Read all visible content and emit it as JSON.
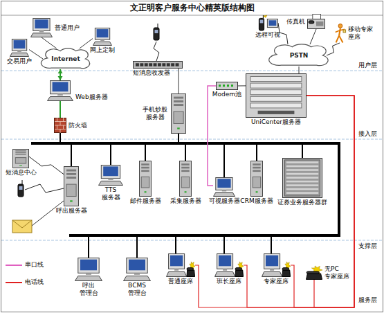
{
  "diagram": {
    "title": "文正明客户服务中心精英版结构图",
    "nodes": [
      {
        "text": [
          "普通用户"
        ]
      },
      {
        "text": [
          "交易用户"
        ]
      },
      {
        "text": [
          "网上定制"
        ]
      },
      {
        "text": [
          "Internet"
        ]
      },
      {
        "text": [
          "Web服务器"
        ]
      },
      {
        "text": [
          "防火墙"
        ]
      },
      {
        "text": [
          "短消息收发器"
        ]
      },
      {
        "text": [
          "手机炒股 服务器"
        ]
      },
      {
        "text": [
          "远程可视"
        ]
      },
      {
        "text": [
          "传真机"
        ]
      },
      {
        "text": [
          "移动专家 座席"
        ]
      },
      {
        "text": [
          "PSTN"
        ]
      },
      {
        "text": [
          "Modem池"
        ]
      },
      {
        "text": [
          "UniCenter服务器"
        ]
      },
      {
        "text": [
          "短消息中心"
        ]
      },
      {
        "text": [
          "呼出服务器"
        ]
      },
      {
        "text": [
          "TTS 服务器"
        ]
      },
      {
        "text": [
          "邮件服务器"
        ]
      },
      {
        "text": [
          "采集服务器"
        ]
      },
      {
        "text": [
          "可视服务器"
        ]
      },
      {
        "text": [
          "CRM服务器"
        ]
      },
      {
        "text": [
          "证券业务服务器群"
        ]
      },
      {
        "text": [
          "呼出 管理台"
        ]
      },
      {
        "text": [
          "BCMS 管理台"
        ]
      },
      {
        "text": [
          "普通座席"
        ]
      },
      {
        "text": [
          "班长座席"
        ]
      },
      {
        "text": [
          "专家座席"
        ]
      },
      {
        "text": [
          "无PC 专家座席"
        ]
      }
    ],
    "edges": [
      {
        "from": 0,
        "to": 3,
        "arrow": "none"
      },
      {
        "from": 1,
        "to": 3,
        "arrow": "none"
      },
      {
        "from": 2,
        "to": 3,
        "arrow": "none"
      },
      {
        "from": 3,
        "to": 4,
        "arrow": "both"
      },
      {
        "from": 4,
        "to": 5,
        "arrow": "none"
      },
      {
        "from": 6,
        "to": 7,
        "arrow": "none"
      },
      {
        "from": 8,
        "to": 11,
        "arrow": "none"
      },
      {
        "from": 9,
        "to": 11,
        "arrow": "none"
      },
      {
        "from": 10,
        "to": 11,
        "arrow": "none"
      },
      {
        "from": 11,
        "to": 13,
        "arrow": "none"
      },
      {
        "from": 12,
        "to": 13,
        "arrow": "none"
      },
      {
        "from": 12,
        "to": 19,
        "arrow": "none"
      },
      {
        "from": 14,
        "to": 15,
        "arrow": "none"
      },
      {
        "from": 13,
        "to": 24,
        "arrow": "none"
      },
      {
        "from": 13,
        "to": 25,
        "arrow": "none"
      },
      {
        "from": 13,
        "to": 26,
        "arrow": "none"
      },
      {
        "from": 13,
        "to": 27,
        "arrow": "none"
      }
    ],
    "labels": [
      "用户层",
      "接入层",
      "支撑层",
      "服务层"
    ],
    "legend": [
      {
        "text": "串口线"
      },
      {
        "text": "电话线"
      }
    ]
  }
}
